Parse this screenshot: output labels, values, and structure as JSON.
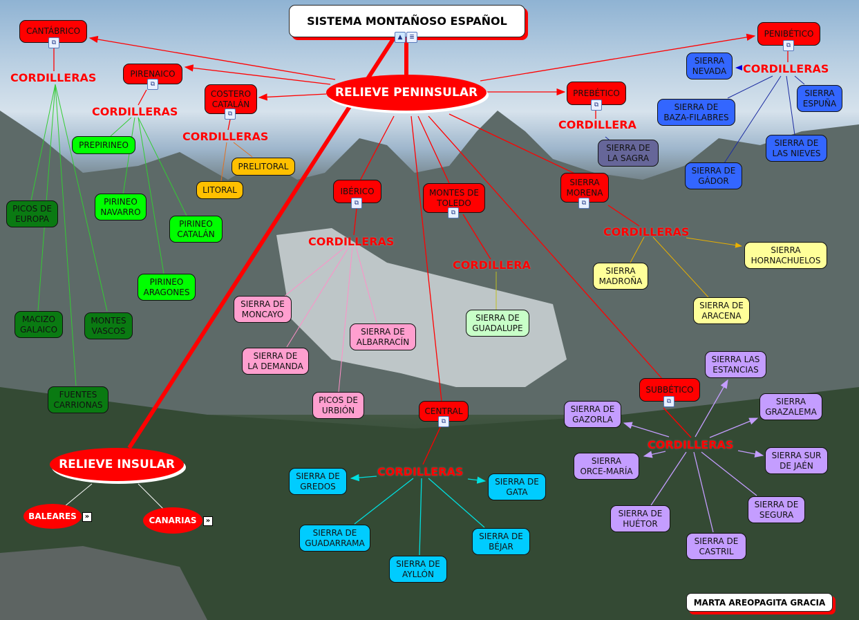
{
  "title": "SISTEMA MONTAÑOSO ESPAÑOL",
  "author": "MARTA AREOPAGITA GRACIA",
  "main_nodes": {
    "peninsular": "RELIEVE PENINSULAR",
    "insular": "RELIEVE INSULAR",
    "baleares": "BALEARES",
    "canarias": "CANARIAS"
  },
  "systems": {
    "cantabrico": "CANTÁBRICO",
    "pirenaico": "PIRENAICO",
    "costero": "COSTERO\nCATALÁN",
    "iberico": "IBÉRICO",
    "toledo": "MONTES DE\nTOLEDO",
    "morena": "SIERRA\nMORENA",
    "prebetico": "PREBÉTICO",
    "penibetico": "PENIBÉTICO",
    "subbetico": "SUBBÉTICO",
    "central": "CENTRAL"
  },
  "linking": {
    "cordilleras": "CORDILLERAS",
    "cordillera": "CORDILLERA"
  },
  "ranges": {
    "cantabrico": [
      "PICOS DE\nEUROPA",
      "MACIZO\nGALAICO",
      "MONTES\nVASCOS",
      "FUENTES\nCARRIONAS"
    ],
    "pirenaico": [
      "PREPIRINEO",
      "PIRINEO\nNAVARRO",
      "PIRINEO\nCATALÁN",
      "PIRINEO\nARAGONES"
    ],
    "costero": [
      "PRELITORAL",
      "LITORAL"
    ],
    "iberico": [
      "SIERRA DE\nMONCAYO",
      "SIERRA DE\nLA DEMANDA",
      "PICOS DE\nURBIÓN",
      "SIERRA DE\nALBARRACÍN"
    ],
    "toledo": [
      "SIERRA DE\nGUADALUPE"
    ],
    "morena": [
      "SIERRA\nMADROÑA",
      "SIERRA\nHORNACHUELOS",
      "SIERRA DE\nARACENA"
    ],
    "prebetico": [
      "SIERRA DE\nLA SAGRA"
    ],
    "penibetico": [
      "SIERRA\nNEVADA",
      "SIERRA\nESPUÑA",
      "SIERRA DE\nBAZA-FILABRES",
      "SIERRA DE\nLAS NIEVES",
      "SIERRA DE\nGÁDOR"
    ],
    "subbetico": [
      "SIERRA LAS\nESTANCIAS",
      "SIERRA DE\nGAZORLA",
      "SIERRA\nGRAZALEMA",
      "SIERRA\nORCE-MARÍA",
      "SIERRA SUR\nDE JAÉN",
      "SIERRA DE\nHUÉTOR",
      "SIERRA DE\nSEGURA",
      "SIERRA DE\nCASTRIL"
    ],
    "central": [
      "SIERRA DE\nGREDOS",
      "SIERRA DE\nGATA",
      "SIERRA DE\nGUADARRAMA",
      "SIERRA DE\nBÉJAR",
      "SIERRA DE\nAYLLÓN"
    ]
  },
  "icons": {
    "submap": "submap-icon",
    "image": "image-resource-icon",
    "document": "document-resource-icon",
    "expand": "expand-icon"
  }
}
